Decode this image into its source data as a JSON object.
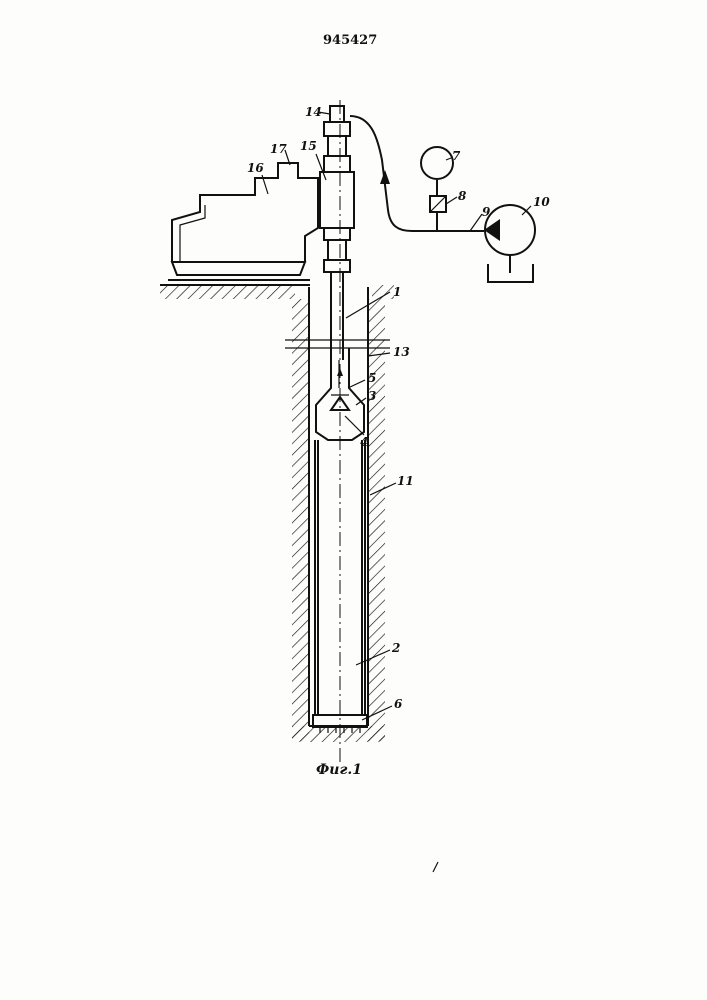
{
  "document": {
    "patent_number": "945427",
    "figure_caption": "Фиг.1"
  },
  "labels": {
    "l1": "1",
    "l2": "2",
    "l3": "3",
    "l4": "4",
    "l5": "5",
    "l6": "6",
    "l7": "7",
    "l8": "8",
    "l9": "9",
    "l10": "10",
    "l11": "11",
    "l13": "13",
    "l14": "14",
    "l15": "15",
    "l16": "16",
    "l17": "17"
  },
  "colors": {
    "ink": "#111111",
    "paper": "#fdfdfb"
  }
}
